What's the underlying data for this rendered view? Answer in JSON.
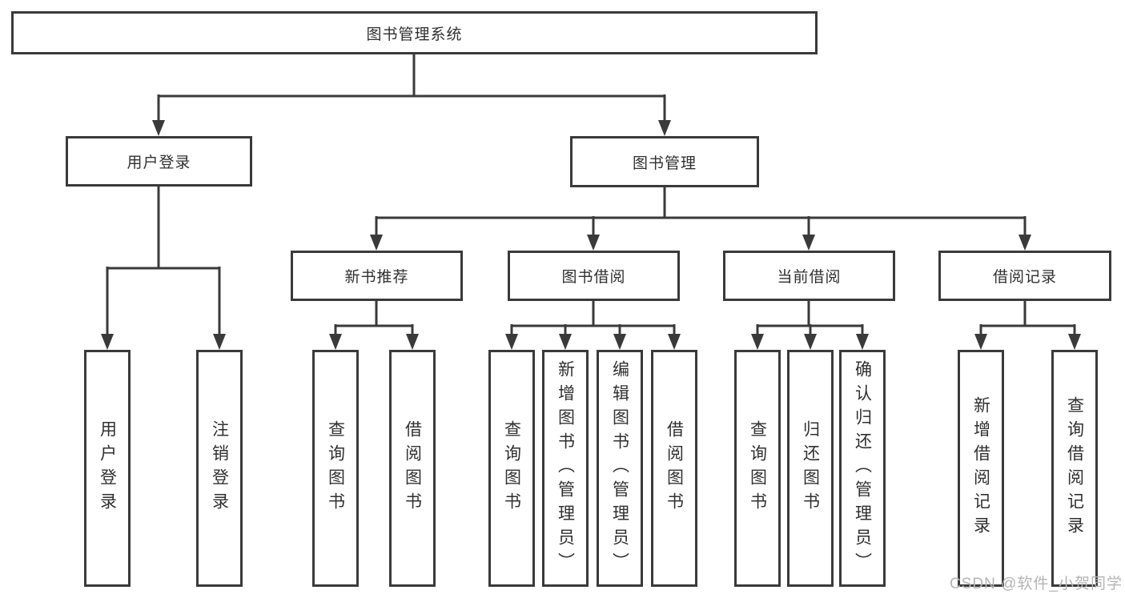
{
  "diagram": {
    "root": {
      "label": "图书管理系统"
    },
    "level2": [
      {
        "label": "用户登录"
      },
      {
        "label": "图书管理"
      }
    ],
    "level3": [
      {
        "label": "新书推荐",
        "parent": "图书管理"
      },
      {
        "label": "图书借阅",
        "parent": "图书管理"
      },
      {
        "label": "当前借阅",
        "parent": "图书管理"
      },
      {
        "label": "借阅记录",
        "parent": "图书管理"
      }
    ],
    "leaves": [
      {
        "label": "用户登录",
        "parent": "用户登录"
      },
      {
        "label": "注销登录",
        "parent": "用户登录"
      },
      {
        "label": "查询图书",
        "parent": "新书推荐"
      },
      {
        "label": "借阅图书",
        "parent": "新书推荐"
      },
      {
        "label": "查询图书",
        "parent": "图书借阅"
      },
      {
        "label": "新增图书（管理员）",
        "parent": "图书借阅"
      },
      {
        "label": "编辑图书（管理员）",
        "parent": "图书借阅"
      },
      {
        "label": "借阅图书",
        "parent": "图书借阅"
      },
      {
        "label": "查询图书",
        "parent": "当前借阅"
      },
      {
        "label": "归还图书",
        "parent": "当前借阅"
      },
      {
        "label": "确认归还（管理员）",
        "parent": "当前借阅"
      },
      {
        "label": "新增借阅记录",
        "parent": "借阅记录"
      },
      {
        "label": "查询借阅记录",
        "parent": "借阅记录"
      }
    ],
    "watermark": "CSDN @软件_小贺同学",
    "colors": {
      "line": "#3a3a3a",
      "text": "#303030",
      "background": "#ffffff",
      "watermark": "#b4b4b4"
    }
  }
}
